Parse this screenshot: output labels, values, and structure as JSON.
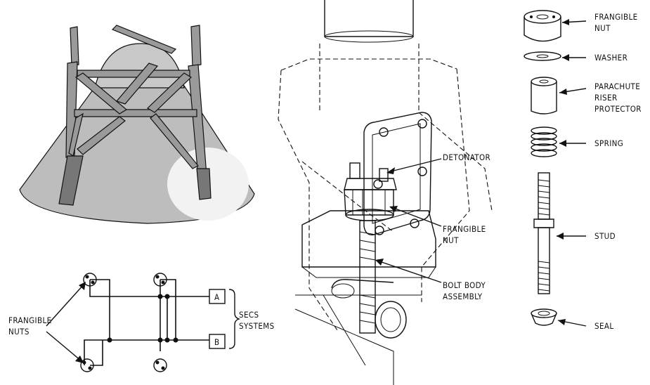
{
  "labels": {
    "frangible_nut_top": [
      "FRANGIBLE",
      "NUT"
    ],
    "washer": "WASHER",
    "parachute_riser_protector": [
      "PARACHUTE",
      "RISER",
      "PROTECTOR"
    ],
    "spring": "SPRING",
    "stud": "STUD",
    "seal": "SEAL",
    "detonator": "DETONATOR",
    "frangible_nut_mid": [
      "FRANGIBLE",
      "NUT"
    ],
    "bolt_body_assembly": [
      "BOLT BODY",
      "ASSEMBLY"
    ],
    "frangible_nuts_schematic": [
      "FRANGIBLE",
      "NUTS"
    ],
    "system_a": "A",
    "system_b": "B",
    "secs_systems": [
      "SECS",
      "SYSTEMS"
    ]
  },
  "colors": {
    "ink": "#111111",
    "cone_shade": "#bdbdbd",
    "highlight": "#f2f2f2"
  }
}
